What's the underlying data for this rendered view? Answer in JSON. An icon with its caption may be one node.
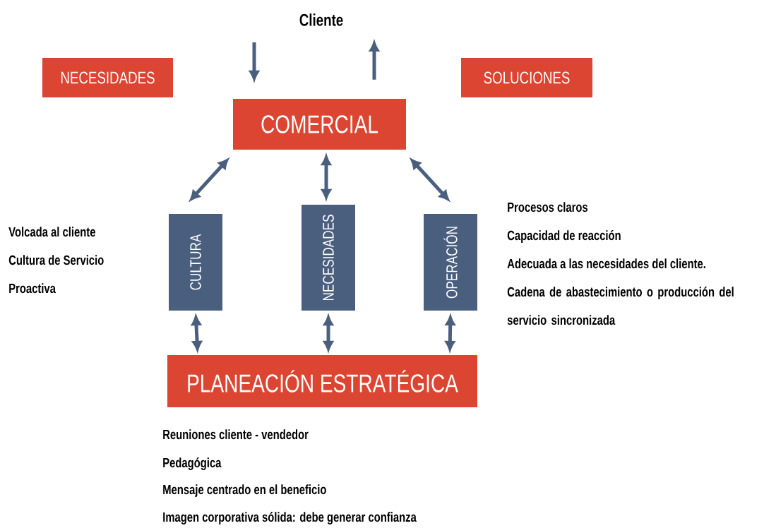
{
  "diagram": {
    "nodes": [
      {
        "text": [
          "Cliente"
        ]
      },
      {
        "text": [
          "NECESIDADES"
        ]
      },
      {
        "text": [
          "SOLUCIONES"
        ]
      },
      {
        "text": [
          "COMERCIAL"
        ]
      },
      {
        "text": [
          "CULTURA"
        ]
      },
      {
        "text": [
          "NECESIDADES"
        ]
      },
      {
        "text": [
          "OPERACIÓN"
        ]
      },
      {
        "text": [
          "PLANEACIÓN  ESTRATÉGICA"
        ]
      }
    ],
    "edges": [
      {
        "from": 0,
        "to": 3,
        "arrow": "to"
      },
      {
        "from": 3,
        "to": 0,
        "arrow": "to"
      },
      {
        "from": 3,
        "to": 4,
        "arrow": "both"
      },
      {
        "from": 3,
        "to": 5,
        "arrow": "both"
      },
      {
        "from": 3,
        "to": 6,
        "arrow": "both"
      },
      {
        "from": 4,
        "to": 7,
        "arrow": "both"
      },
      {
        "from": 5,
        "to": 7,
        "arrow": "both"
      },
      {
        "from": 6,
        "to": 7,
        "arrow": "both"
      }
    ],
    "labels": [
      "Volcada al cliente",
      "Cultura de Servicio",
      "Proactiva",
      "Procesos claros",
      "Capacidad de reacción",
      "Adecuada a las necesidades del cliente.",
      "Cadena de abastecimiento o producción del servicio sincronizada",
      "Reuniones cliente - vendedor",
      "Pedagógica",
      "Mensaje centrado en el beneficio",
      "Imagen corporativa sólida: debe generar confianza"
    ]
  }
}
